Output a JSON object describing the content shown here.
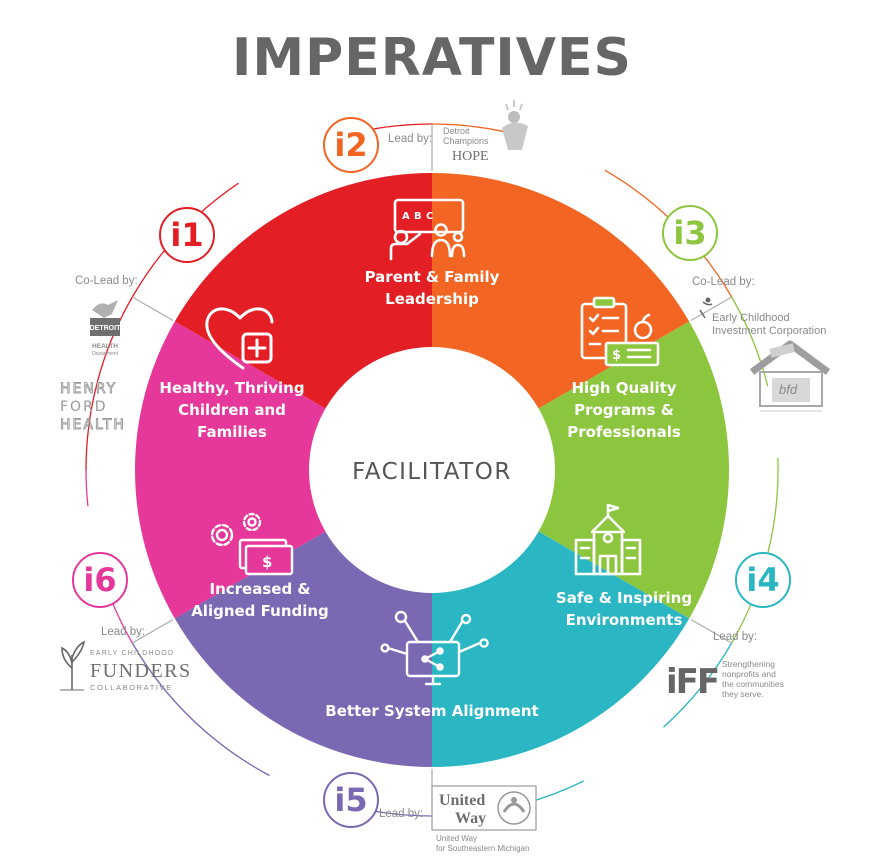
{
  "title": "IMPERATIVES",
  "center": {
    "label": "FACILITATOR"
  },
  "segments": [
    {
      "id": "i1",
      "lines": [
        "Healthy, Thriving",
        "Children and",
        "Families"
      ],
      "color": "#e31e24",
      "icon": "heart-plus-icon"
    },
    {
      "id": "i2",
      "lines": [
        "Parent & Family",
        "Leadership"
      ],
      "color": "#f26522",
      "icon": "teacher-parent-child-icon"
    },
    {
      "id": "i3",
      "lines": [
        "High Quality",
        "Programs &",
        "Professionals"
      ],
      "color": "#8cc63f",
      "icon": "clipboard-check-icon"
    },
    {
      "id": "i4",
      "lines": [
        "Safe & Inspiring",
        "Environments"
      ],
      "color": "#2ab7c3",
      "icon": "school-building-icon"
    },
    {
      "id": "i5",
      "lines": [
        "Better System Alignment"
      ],
      "color": "#7b68b3",
      "icon": "network-monitor-icon"
    },
    {
      "id": "i6",
      "lines": [
        "Increased &",
        "Aligned Funding"
      ],
      "color": "#e6389a",
      "icon": "gears-money-icon"
    }
  ],
  "badges": {
    "i1": {
      "label": "i1",
      "color": "#e31e24"
    },
    "i2": {
      "label": "i2",
      "color": "#f26522"
    },
    "i3": {
      "label": "i3",
      "color": "#8cc63f"
    },
    "i4": {
      "label": "i4",
      "color": "#2ab7c3"
    },
    "i5": {
      "label": "i5",
      "color": "#7b68b3"
    },
    "i6": {
      "label": "i6",
      "color": "#e6389a"
    }
  },
  "leads": {
    "i1": "Co-Lead by:",
    "i2": "Lead by:",
    "i3": "Co-Lead by:",
    "i4": "Lead by:",
    "i5": "Lead by:",
    "i6": "Lead by:"
  },
  "logos": {
    "detroit_health": {
      "line1": "DETROIT",
      "line2": "HEALTH",
      "line3": "Department"
    },
    "henry_ford": [
      "HENRY",
      "FORD",
      "HEALTH"
    ],
    "champions": {
      "line1": "Detroit",
      "line2": "Champions",
      "line3": "HOPE"
    },
    "ecic": {
      "line1": "Early Childhood",
      "line2": "Investment Corporation"
    },
    "bfd": "bfd",
    "iff": {
      "mark": "iFF",
      "lines": [
        "Strengthening",
        "nonprofits and",
        "the communities",
        "they serve."
      ]
    },
    "united_way": {
      "mark1": "United",
      "mark2": "Way",
      "sub1": "United Way",
      "sub2": "for Southeastern Michigan"
    },
    "funders": {
      "top": "EARLY CHILDHOOD",
      "main": "FUNDERS",
      "bottom": "COLLABORATIVE"
    }
  }
}
